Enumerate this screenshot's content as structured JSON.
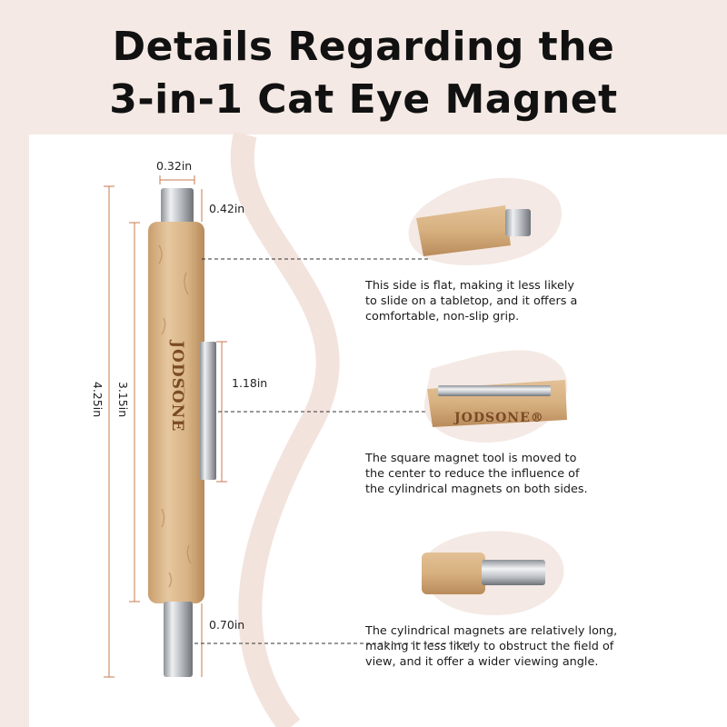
{
  "title": {
    "line1": "Details Regarding the",
    "line2": "3-in-1 Cat Eye Magnet"
  },
  "dimensions": {
    "width_top": "0.32in",
    "top_magnet": "0.42in",
    "square_magnet": "1.18in",
    "bottom_magnet": "0.70in",
    "body_length": "3.15in",
    "total_length": "4.25in"
  },
  "brand": "JODSONE",
  "details": [
    {
      "text_lines": [
        "This side is flat, making it less likely",
        "to slide on a tabletop, and it offers a",
        "comfortable, non-slip grip."
      ]
    },
    {
      "text_lines": [
        "The square magnet tool is moved to",
        "the center to reduce the influence of",
        "the cylindrical magnets on both sides."
      ]
    },
    {
      "text_lines": [
        "The cylindrical magnets are relatively long,",
        "making it less likely to obstruct the field of",
        "view, and it offer a wider viewing angle."
      ]
    }
  ],
  "colors": {
    "background": "#f4e9e4",
    "wood": "#d9b58a",
    "metal": "#c9ccd0"
  }
}
